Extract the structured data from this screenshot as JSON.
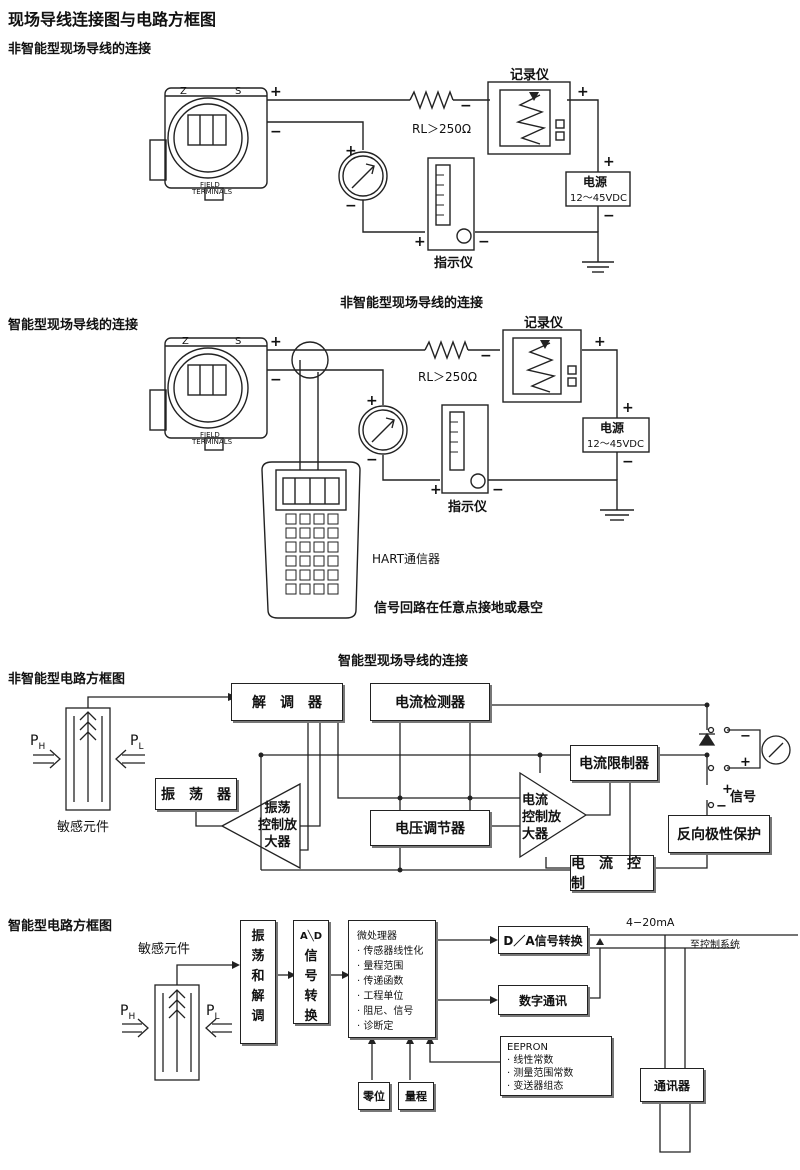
{
  "header": {
    "title": "现场导线连接图与电路方框图",
    "sec1_title": "非智能型现场导线的连接",
    "sec1_caption": "非智能型现场导线的连接",
    "sec2_title": "智能型现场导线的连接",
    "sec2_caption": "智能型现场导线的连接",
    "sec3_title": "非智能型电路方框图",
    "sec4_title": "智能型电路方框图"
  },
  "wiring1": {
    "recorder": "记录仪",
    "indicator": "指示仪",
    "resistor": "RL＞250Ω",
    "power": "电源",
    "power_range": "12～45VDC",
    "field_terminals_1": "FIELD",
    "field_terminals_2": "TERMINALS",
    "z": "Z",
    "s": "S"
  },
  "wiring2": {
    "recorder": "记录仪",
    "indicator": "指示仪",
    "resistor": "RL＞250Ω",
    "power": "电源",
    "power_range": "12～45VDC",
    "hart": "HART通信器",
    "note": "信号回路在任意点接地或悬空",
    "field_terminals_1": "FIELD",
    "field_terminals_2": "TERMINALS"
  },
  "block1": {
    "demod": "解　调　器",
    "current_detector": "电流检测器",
    "current_limiter": "电流限制器",
    "oscillator": "振　荡　器",
    "osc_amp": [
      "振荡",
      "控制放",
      "大器"
    ],
    "cur_amp": [
      "电流",
      "控制放",
      "大器"
    ],
    "voltage_reg": "电压调节器",
    "current_ctrl": "电　流　控　制",
    "reverse_protect": "反向极性保护",
    "signal": "信号",
    "sensor": "敏感元件",
    "ph": "P",
    "ph_sub": "H",
    "pl": "P",
    "pl_sub": "L"
  },
  "block2": {
    "sensor": "敏感元件",
    "osc_demod": [
      "振",
      "荡",
      "和",
      "解",
      "调"
    ],
    "ad": [
      "A╲D",
      "信",
      "号",
      "转",
      "换"
    ],
    "micro_title": "微处理器",
    "micro_items": [
      "· 传感器线性化",
      "· 量程范围",
      "· 传递函数",
      "· 工程单位",
      "· 阻尼、信号",
      "· 诊断定"
    ],
    "da": "D／A信号转换",
    "digital_comm": "数字通讯",
    "eeprom_title": "EEPRON",
    "eeprom_items": [
      "· 线性常数",
      "· 测量范围常数",
      "· 变送器组态"
    ],
    "zero": "零位",
    "span": "量程",
    "communicator": "通讯器",
    "current_range": "4−20mA",
    "to_control": "至控制系统",
    "ph": "P",
    "ph_sub": "H",
    "pl": "P",
    "pl_sub": "L"
  }
}
